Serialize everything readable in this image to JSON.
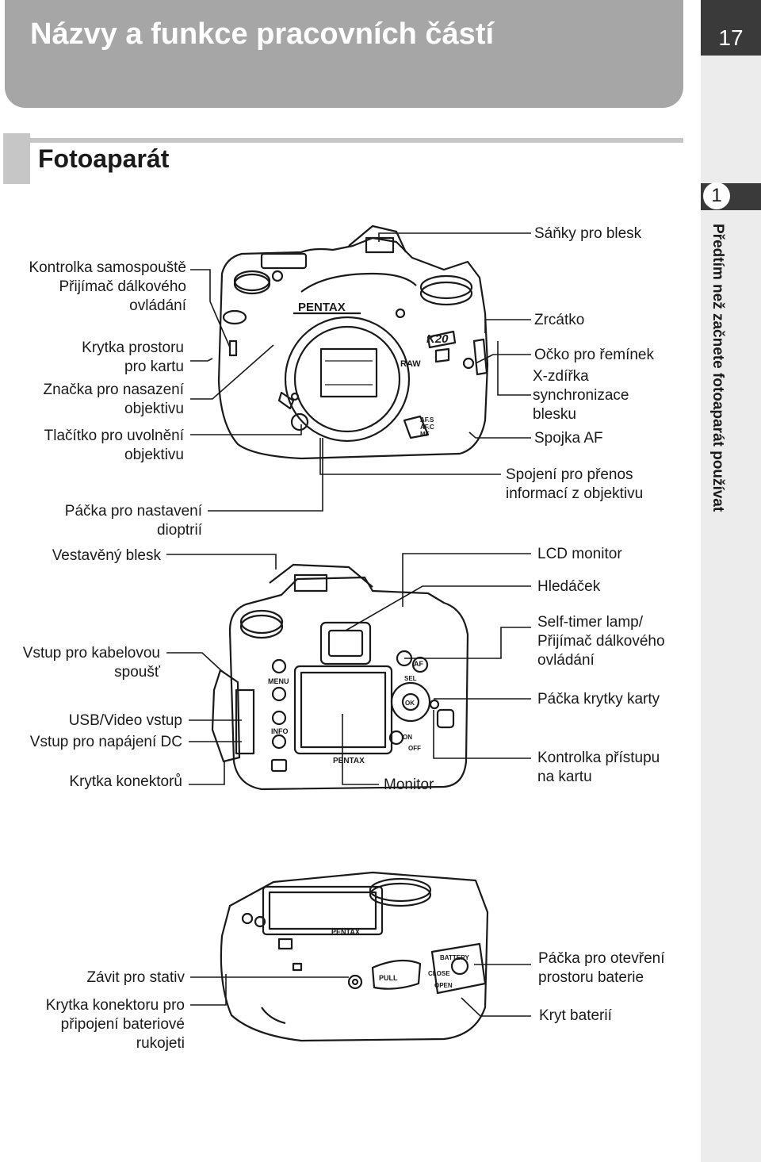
{
  "header": {
    "title": "Názvy a funkce pracovních částí",
    "page_number": "17"
  },
  "section": {
    "title": "Fotoaparát"
  },
  "chapter": {
    "number": "1",
    "title": "Předtím než začnete fotoaparát používat"
  },
  "labels": {
    "kontrolka_samospouste": "Kontrolka samospouště",
    "prijimac_1": "Přijímač dálkového",
    "prijimac_2": "ovládání",
    "krytka_prostoru_1": "Krytka prostoru",
    "krytka_prostoru_2": "pro kartu",
    "znacka_1": "Značka pro nasazení",
    "znacka_2": "objektivu",
    "tlacitko_1": "Tlačítko pro uvolnění",
    "tlacitko_2": "objektivu",
    "packa_dioptrii_1": "Páčka pro nastavení",
    "packa_dioptrii_2": "dioptrií",
    "vestaveny_blesk": "Vestavěný blesk",
    "sanky": "Sáňky pro blesk",
    "zrcatko": "Zrcátko",
    "ocko": "Očko pro řemínek",
    "xzdirka_1": "X-zdířka",
    "xzdirka_2": "synchronizace",
    "xzdirka_3": "blesku",
    "spojka_af": "Spojka AF",
    "spojeni_1": "Spojení pro přenos",
    "spojeni_2": "informací z objektivu",
    "lcd_monitor": "LCD monitor",
    "hledacek": "Hledáček",
    "selftimer_1": "Self-timer lamp/",
    "selftimer_2": "Přijímač dálkového",
    "selftimer_3": "ovládání",
    "packa_krytky": "Páčka krytky karty",
    "kontrolka_pristupu_1": "Kontrolka přístupu",
    "kontrolka_pristupu_2": "na kartu",
    "vstup_kabel_1": "Vstup pro kabelovou",
    "vstup_kabel_2": "spoušť",
    "usb_video": "USB/Video vstup",
    "napajeni_dc": "Vstup pro napájení DC",
    "krytka_konektoru": "Krytka konektorů",
    "monitor": "Monitor",
    "zavit": "Závit pro stativ",
    "krytka_rukojeti_1": "Krytka konektoru pro",
    "krytka_rukojeti_2": "připojení bateriové",
    "krytka_rukojeti_3": "rukojeti",
    "packa_baterie_1": "Páčka pro otevření",
    "packa_baterie_2": "prostoru baterie",
    "kryt_baterii": "Kryt baterií"
  },
  "camera_marks": {
    "brand": "PENTAX",
    "model": "K20",
    "raw": "RAW",
    "af_modes": [
      "AF.S",
      "AF.C",
      "MF"
    ],
    "back_buttons": [
      "MENU",
      "INFO",
      "AF",
      "SEL",
      "OK",
      "ON",
      "OFF"
    ],
    "bottom_marks": [
      "PULL",
      "CLOSE",
      "OPEN",
      "BATTERY"
    ]
  }
}
